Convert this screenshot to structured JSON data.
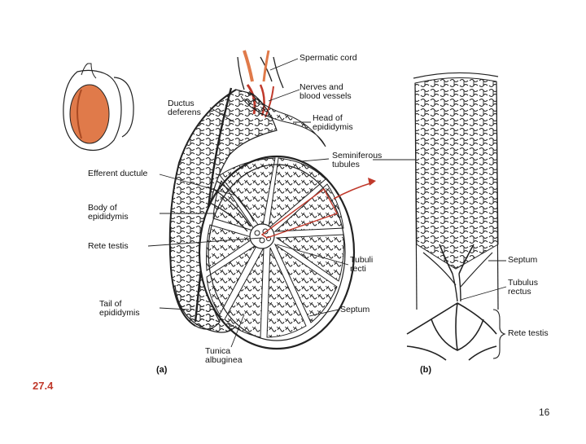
{
  "labels": {
    "spermatic_cord": "Spermatic cord",
    "nerves_vessels": [
      "Nerves and",
      "blood vessels"
    ],
    "ductus_deferens": [
      "Ductus",
      "deferens"
    ],
    "head_epididymis": [
      "Head of",
      "epididymis"
    ],
    "seminiferous": [
      "Seminiferous",
      "tubules"
    ],
    "efferent": "Efferent ductule",
    "body_epididymis": [
      "Body of",
      "epididymis"
    ],
    "rete_testis": "Rete testis",
    "tubuli_recti": [
      "Tubuli",
      "recti"
    ],
    "tail_epididymis": [
      "Tail of",
      "epididymis"
    ],
    "septum_a": "Septum",
    "tunica": [
      "Tunica",
      "albuginea"
    ],
    "septum_b": "Septum",
    "tubulus_rectus": [
      "Tubulus",
      "rectus"
    ],
    "rete_testis_b": "Rete testis"
  },
  "panels": {
    "a": "(a)",
    "b": "(b)"
  },
  "figure_number": "27.4",
  "page_number": "16",
  "colors": {
    "accent": "#c0392b",
    "testis_fill": "#e07a4a",
    "line": "#222222"
  }
}
